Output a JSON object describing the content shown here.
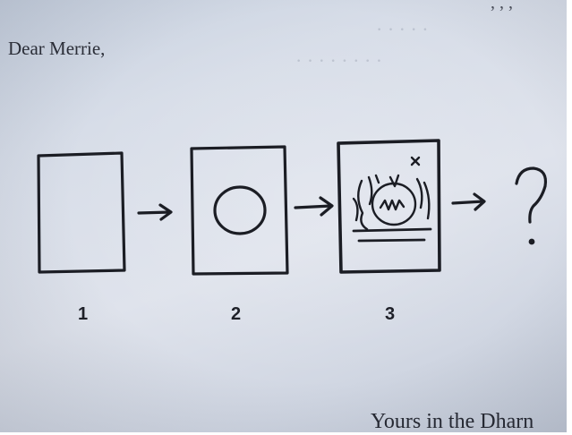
{
  "letter": {
    "salutation": "Dear Merrie,",
    "closing": "Yours in the Dharn"
  },
  "steps": [
    {
      "number": "1",
      "drawing": "blank-page"
    },
    {
      "number": "2",
      "drawing": "page-with-circle"
    },
    {
      "number": "3",
      "drawing": "page-with-scribbled-figure-and-lines"
    }
  ],
  "outcome": {
    "symbol": "?"
  },
  "colors": {
    "ink": "#1b1d24",
    "paper": "#d7dde8"
  }
}
